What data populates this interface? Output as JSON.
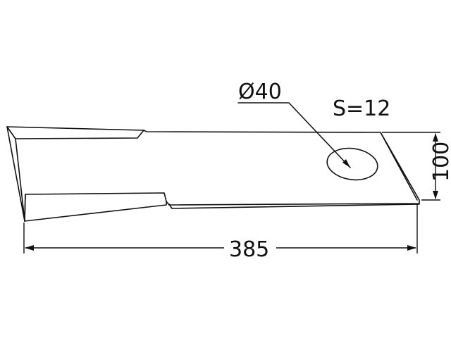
{
  "drawing": {
    "hole_diameter_label": "Ø40",
    "thickness_label": "S=12",
    "width_label": "100",
    "length_label": "385"
  },
  "colors": {
    "line": "#111111",
    "background": "#ffffff"
  }
}
